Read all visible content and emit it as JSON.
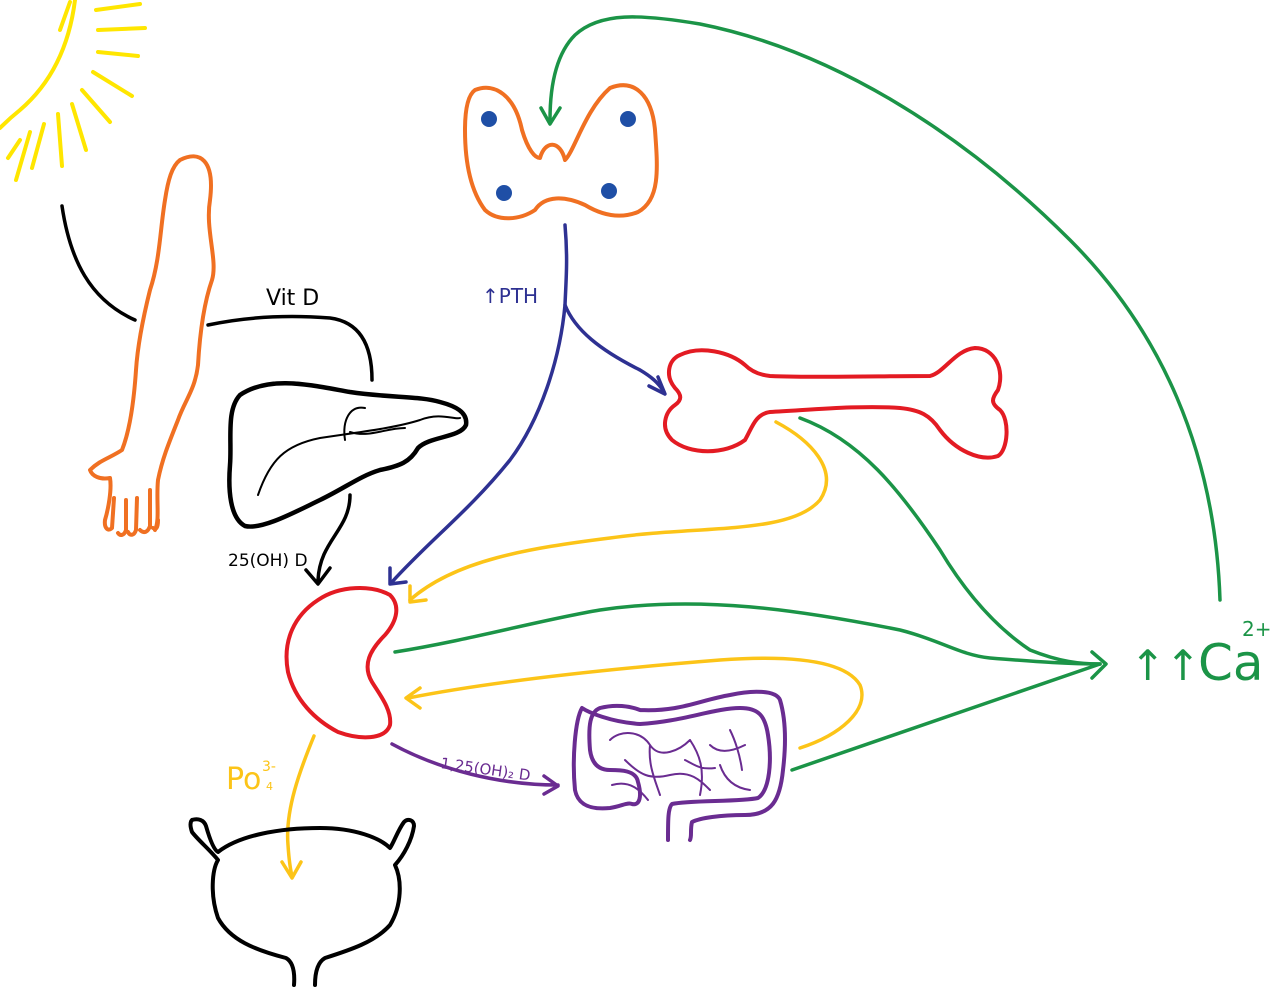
{
  "labels": {
    "vitd": "Vit D",
    "hydroxy_d": "25(OH) D",
    "pth": "↑PTH",
    "calcitriol": "1,25(OH)₂ D",
    "phosphate_base": "Po",
    "phosphate_charge": "3-",
    "phosphate_sub": "4",
    "calcium_arrows": "↑↑",
    "calcium_base": "Ca",
    "calcium_charge": "2+"
  },
  "colors": {
    "sun": "#ffe600",
    "skin_arm": "#f07022",
    "liver": "#000000",
    "parathyroid_outline": "#f07022",
    "parathyroid_glands": "#1f4fa6",
    "pth_arrow": "#2e3192",
    "bone": "#e31b23",
    "kidney": "#e31b23",
    "intestine": "#6a2c91",
    "calcium": "#1b9447",
    "phosphate": "#fcc418",
    "bladder": "#000000"
  }
}
